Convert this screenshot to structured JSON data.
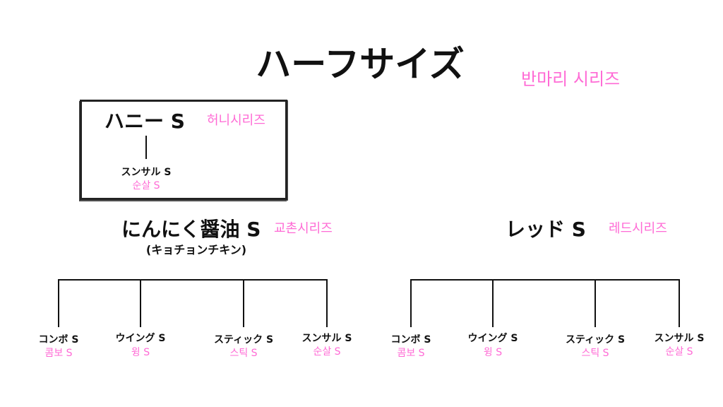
{
  "title": "ハーフサイズ",
  "title_kr": "반마리 시리즈",
  "honey": {
    "name": "ハニー S",
    "kr": "허니시리즈",
    "child": {
      "name": "スンサル S",
      "kr": "순살 S"
    }
  },
  "kyochon": {
    "name": "にんにく醤油 S",
    "kr": "교촌시리즈",
    "sub": "(キョチョンチキン)",
    "children": [
      {
        "name": "コンボ S",
        "kr": "콤보 S"
      },
      {
        "name": "ウイング S",
        "kr": "윙 S"
      },
      {
        "name": "スティック S",
        "kr": "스틱 S"
      },
      {
        "name": "スンサル S",
        "kr": "순살 S"
      }
    ]
  },
  "red": {
    "name": "レッド S",
    "kr": "레드시리즈",
    "children": [
      {
        "name": "コンボ S",
        "kr": "콤보 S"
      },
      {
        "name": "ウイング S",
        "kr": "윙 S"
      },
      {
        "name": "スティック S",
        "kr": "스틱 S"
      },
      {
        "name": "スンサル S",
        "kr": "순살 S"
      }
    ]
  },
  "colors": {
    "accent": "#ff6ad5",
    "text": "#111111"
  }
}
